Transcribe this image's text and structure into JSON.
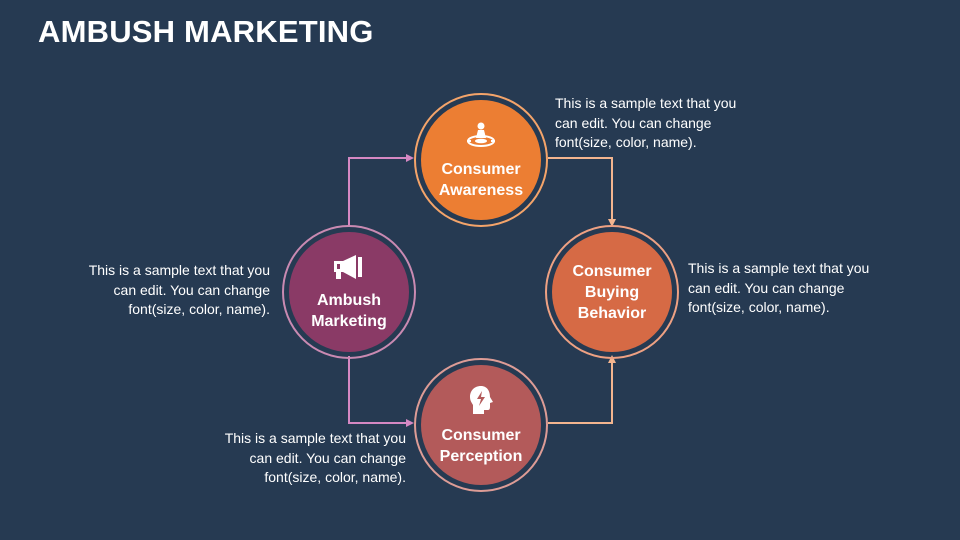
{
  "title": "AMBUSH MARKETING",
  "colors": {
    "background": "#263a52",
    "awareness": "#ec7e33",
    "buying": "#d66a45",
    "perception": "#b35a5a",
    "ambush": "#8a3a66",
    "arrow_pink": "#d588c3",
    "arrow_peach": "#f3b58f"
  },
  "nodes": {
    "awareness": {
      "label_line1": "Consumer",
      "label_line2": "Awareness",
      "icon": "target-person-icon"
    },
    "buying": {
      "label_line1": "Consumer",
      "label_line2": "Buying",
      "label_line3": "Behavior"
    },
    "perception": {
      "label_line1": "Consumer",
      "label_line2": "Perception",
      "icon": "head-lightning-icon"
    },
    "ambush": {
      "label_line1": "Ambush",
      "label_line2": "Marketing",
      "icon": "megaphone-icon"
    }
  },
  "descriptions": {
    "awareness": {
      "line1": "This is a sample text that you",
      "line2": "can edit. You can change",
      "line3": "font(size, color, name)."
    },
    "buying": {
      "line1": "This is a sample text that you",
      "line2": "can edit. You can change",
      "line3": "font(size, color, name)."
    },
    "ambush": {
      "line1": "This is a sample text that you",
      "line2": "can edit. You can change",
      "line3": "font(size, color, name)."
    },
    "perception": {
      "line1": "This is a sample text that you",
      "line2": "can edit. You can change",
      "line3": "font(size, color, name)."
    }
  }
}
